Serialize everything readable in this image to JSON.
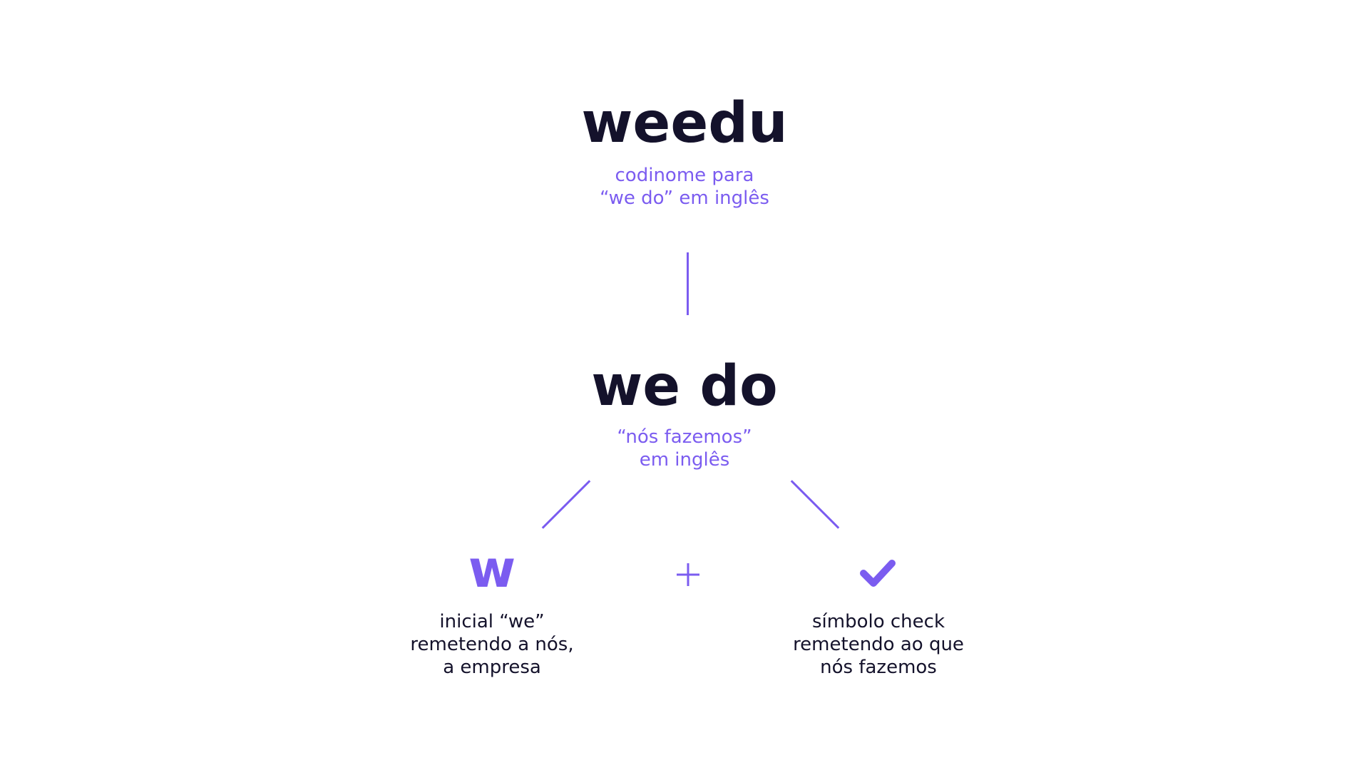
{
  "top": {
    "title": "weedu",
    "subtitle": "codinome para\n“we do” em inglês"
  },
  "middle": {
    "title": "we do",
    "subtitle": "“nós fazemos”\nem inglês"
  },
  "left_branch": {
    "glyph": "w",
    "description": "inicial “we”\nremetendo a nós,\na empresa"
  },
  "right_branch": {
    "icon": "check-icon",
    "description": "símbolo check\nremetendo ao que\nnós fazemos"
  },
  "colors": {
    "dark": "#14122b",
    "accent": "#7b5cf0"
  }
}
